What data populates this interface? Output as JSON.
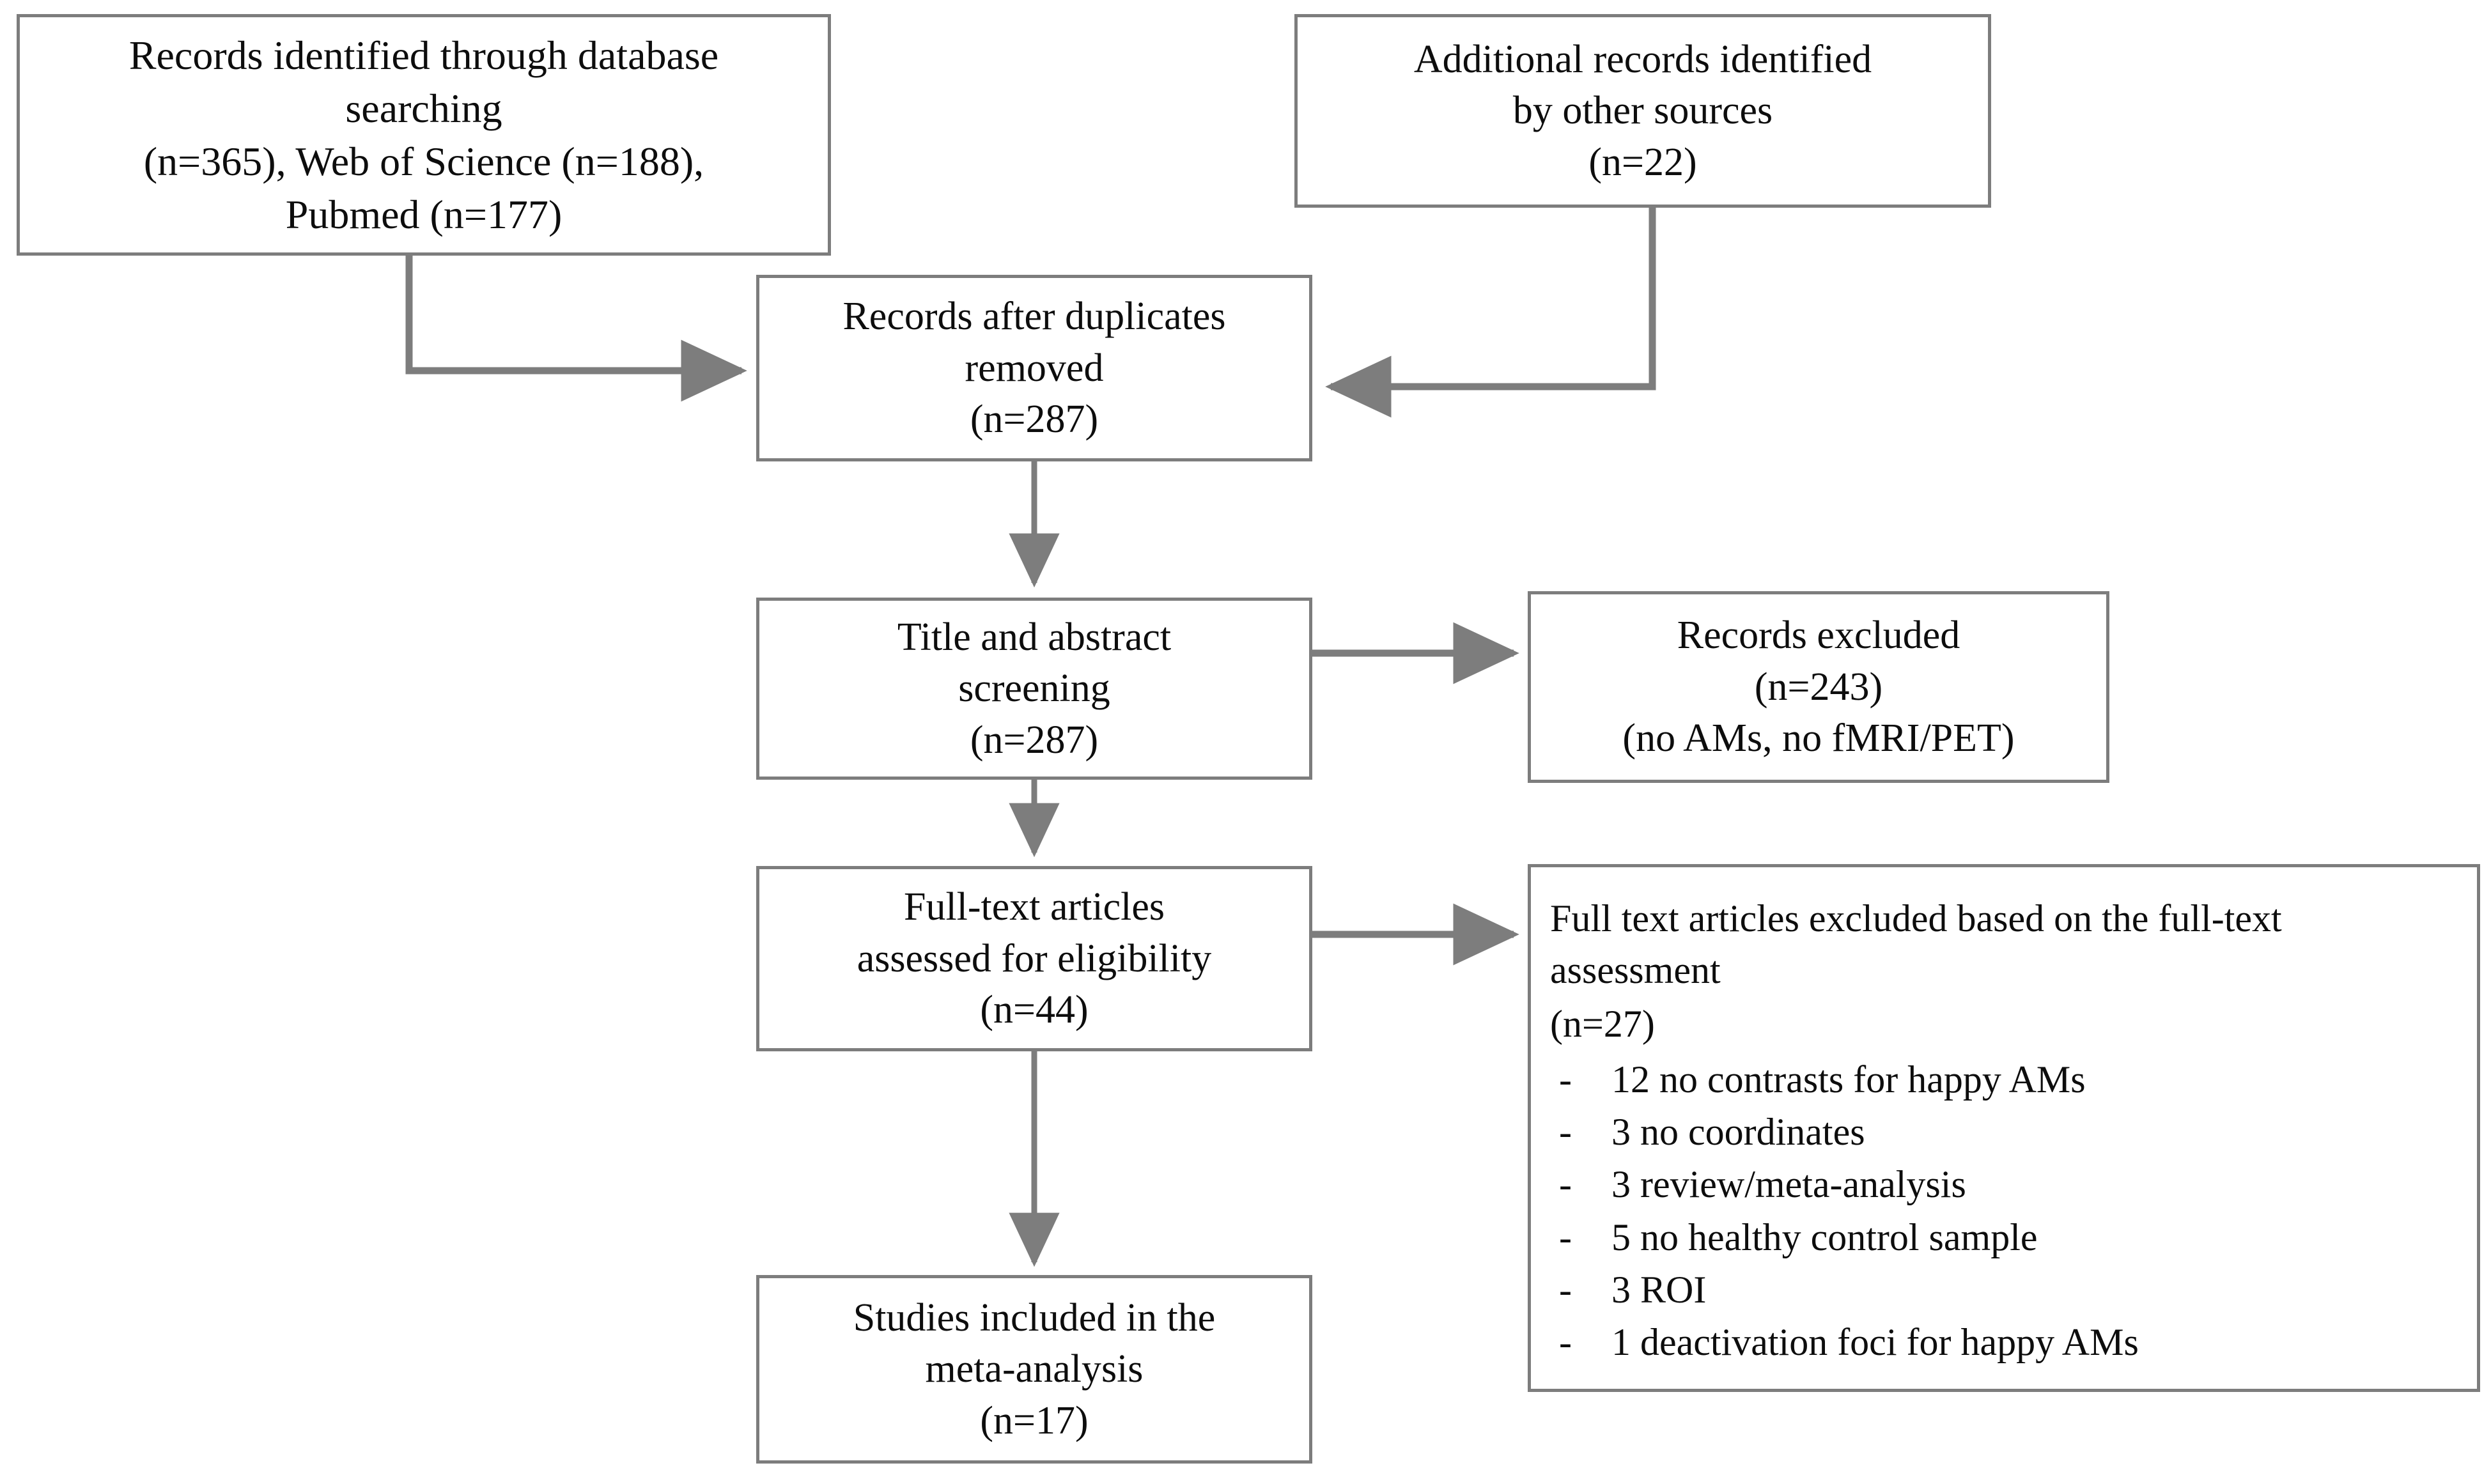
{
  "diagram": {
    "type": "prisma-flow-diagram",
    "line_color": "#7d7d7d",
    "text_color": "#0d0d0d",
    "background": "#ffffff"
  },
  "boxes": {
    "identified_database": {
      "name": "records-identified-through-database-searching",
      "lines": [
        "Records identified through database",
        "searching",
        "(n=365), Web of Science (n=188),",
        "Pubmed (n=177)"
      ]
    },
    "identified_other": {
      "name": "additional-records-identified-by-other-sources",
      "lines": [
        "Additional records identified",
        "by other sources",
        "(n=22)"
      ]
    },
    "after_duplicates": {
      "name": "records-after-duplicates-removed",
      "lines": [
        "Records after duplicates",
        "removed",
        "(n=287)"
      ]
    },
    "title_abstract": {
      "name": "title-and-abstract-screening",
      "lines": [
        "Title and abstract",
        "screening",
        "(n=287)"
      ]
    },
    "records_excluded": {
      "name": "records-excluded",
      "lines": [
        "Records excluded",
        "(n=243)",
        "(no AMs, no fMRI/PET)"
      ]
    },
    "full_text_assessed": {
      "name": "full-text-articles-assessed-for-eligibility",
      "lines": [
        "Full-text articles",
        "assessed for eligibility",
        "(n=44)"
      ]
    },
    "full_text_excluded": {
      "name": "full-text-articles-excluded",
      "heading": "Full text articles excluded based on the full-text assessment",
      "count": "(n=27)",
      "bullet_marker": "-",
      "bullets": [
        "12 no contrasts for happy AMs",
        "3 no coordinates",
        "3 review/meta-analysis",
        "5 no healthy control sample",
        "3 ROI",
        "1 deactivation foci for happy AMs"
      ]
    },
    "studies_included": {
      "name": "studies-included-in-the-meta-analysis",
      "lines": [
        "Studies included in the",
        "meta-analysis",
        "(n=17)"
      ]
    }
  },
  "counts": {
    "database_total": 365,
    "web_of_science": 188,
    "pubmed": 177,
    "other_sources": 22,
    "after_duplicates": 287,
    "title_abstract_screened": 287,
    "records_excluded": 243,
    "full_text_assessed": 44,
    "full_text_excluded": 27,
    "studies_included": 17
  },
  "connectors": [
    {
      "name": "connector-database-to-duplicates",
      "kind": "elbow-down-right",
      "arrow": "right"
    },
    {
      "name": "connector-other-sources-to-duplicates",
      "kind": "elbow-down-left",
      "arrow": "left"
    },
    {
      "name": "connector-duplicates-to-screening",
      "kind": "vertical",
      "arrow": "down"
    },
    {
      "name": "connector-screening-to-excluded",
      "kind": "horizontal",
      "arrow": "right"
    },
    {
      "name": "connector-screening-to-fulltext",
      "kind": "vertical",
      "arrow": "down"
    },
    {
      "name": "connector-fulltext-to-fulltext-excluded",
      "kind": "horizontal",
      "arrow": "right"
    },
    {
      "name": "connector-fulltext-to-included",
      "kind": "vertical",
      "arrow": "down"
    }
  ]
}
